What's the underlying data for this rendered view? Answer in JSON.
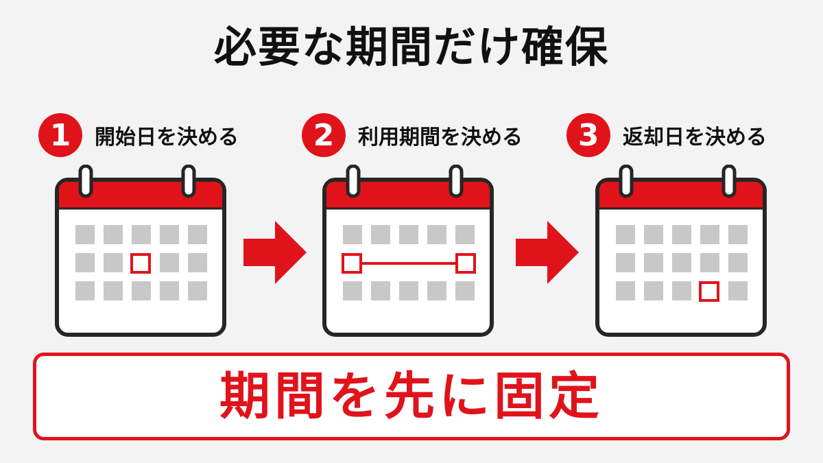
{
  "title": "必要な期間だけ確保",
  "steps": [
    {
      "number": "1",
      "label": "開始日を決める"
    },
    {
      "number": "2",
      "label": "利用期間を決める"
    },
    {
      "number": "3",
      "label": "返却日を決める"
    }
  ],
  "footer": {
    "text": "期間を先に固定"
  },
  "colors": {
    "accent": "#e0131b",
    "text": "#111111",
    "cell": "#c8c8c8",
    "outline": "#262626",
    "background": "#f3f3f3"
  }
}
